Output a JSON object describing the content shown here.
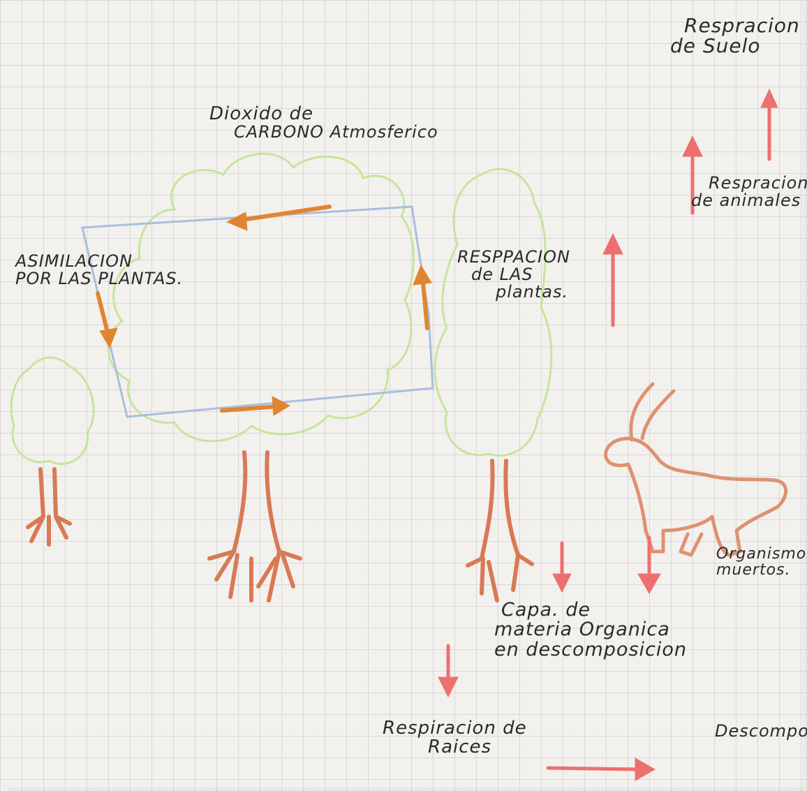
{
  "labels": {
    "co2": [
      "Dioxido de",
      "CARBONO  Atmosferico"
    ],
    "asimilacion": [
      "ASIMILACION",
      "POR LAS PLANTAS."
    ],
    "resp_plantas": [
      "RESPPACION",
      "de  LAS",
      "plantas."
    ],
    "resp_suelo": [
      "Respracion",
      "de Suelo"
    ],
    "resp_animales": [
      "Respracion",
      "de animales"
    ],
    "organismos": [
      "Organismos",
      "muertos."
    ],
    "capa": [
      "Capa. de",
      "materia Organica",
      "en descomposicion"
    ],
    "resp_raices": [
      "Respiracion de",
      "Raices"
    ],
    "descomp": [
      "Descompo"
    ]
  },
  "colors": {
    "cycle_line": "#a9bde0",
    "cycle_arrow": "#e0852f",
    "tree_canopy": "#c6e59a",
    "tree_trunk": "#d77a55",
    "deer": "#dd9270",
    "red_arrow": "#ee6f6f",
    "ink": "#2a2a2a"
  },
  "icons": [
    "tree-icon",
    "deer-icon",
    "arrow-up-icon",
    "arrow-down-icon",
    "arrow-right-icon"
  ]
}
